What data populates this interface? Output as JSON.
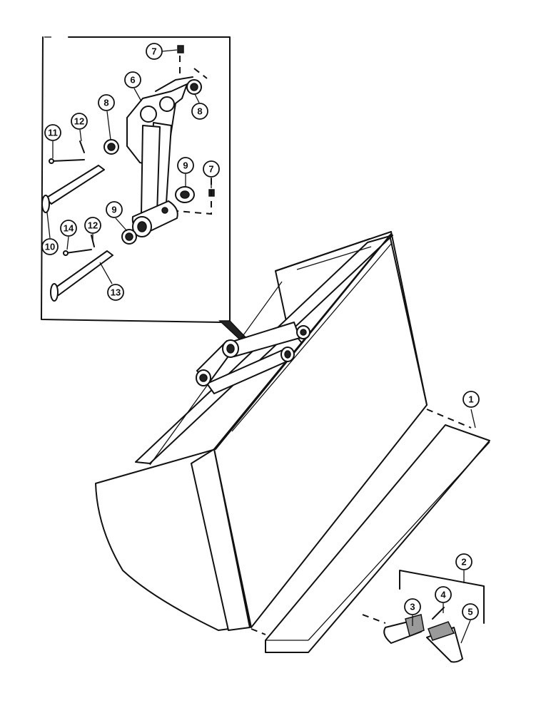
{
  "callouts": {
    "c1": "1",
    "c2": "2",
    "c3": "3",
    "c4": "4",
    "c5": "5",
    "c6": "6",
    "c7a": "7",
    "c7b": "7",
    "c8a": "8",
    "c8b": "8",
    "c9a": "9",
    "c9b": "9",
    "c10": "10",
    "c11": "11",
    "c12a": "12",
    "c12b": "12",
    "c13": "13",
    "c14": "14"
  }
}
